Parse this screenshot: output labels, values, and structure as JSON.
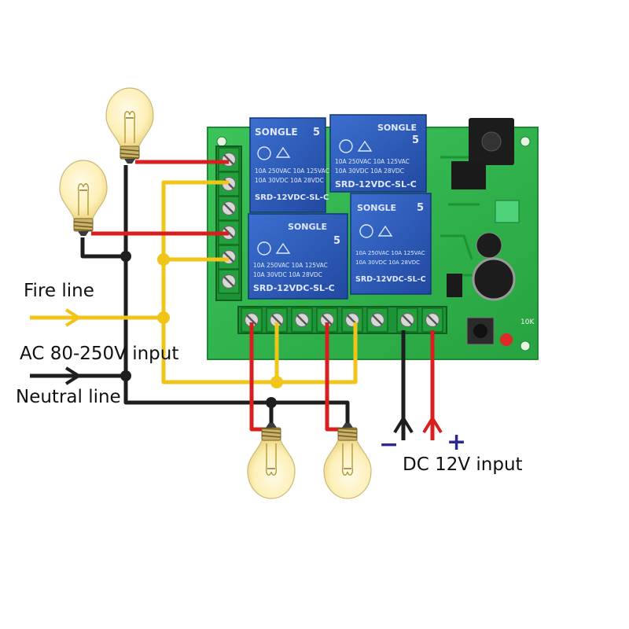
{
  "labels": {
    "fire_line": "Fire line",
    "ac_input": "AC 80-250V input",
    "neutral_line": "Neutral line",
    "dc_input": "DC 12V input",
    "minus": "−",
    "plus": "+"
  },
  "relays": [
    {
      "brand": "SONGLE",
      "rating1": "10A 250VAC  10A 125VAC",
      "rating2": "10A 30VDC  10A 28VDC",
      "model": "SRD-12VDC-SL-C",
      "num": "5"
    },
    {
      "brand": "SONGLE",
      "rating1": "10A 250VAC  10A 125VAC",
      "rating2": "10A 30VDC  10A 28VDC",
      "model": "SRD-12VDC-SL-C",
      "num": "5"
    },
    {
      "brand": "SONGLE",
      "rating1": "10A 250VAC  10A 125VAC",
      "rating2": "10A 30VDC  10A 28VDC",
      "model": "SRD-12VDC-SL-C",
      "num": "5"
    },
    {
      "brand": "SONGLE",
      "rating1": "10A 250VAC  10A 125VAC",
      "rating2": "10A 30VDC  10A 28VDC",
      "model": "SRD-12VDC-SL-C",
      "num": "5"
    }
  ],
  "board": {
    "silk_text": "10K"
  },
  "colors": {
    "board": "#2fb84a",
    "relay": "#2d59b8",
    "fire_wire": "#f0c419",
    "live_wire": "#d81e1e",
    "neutral_wire": "#1e1e1e"
  }
}
